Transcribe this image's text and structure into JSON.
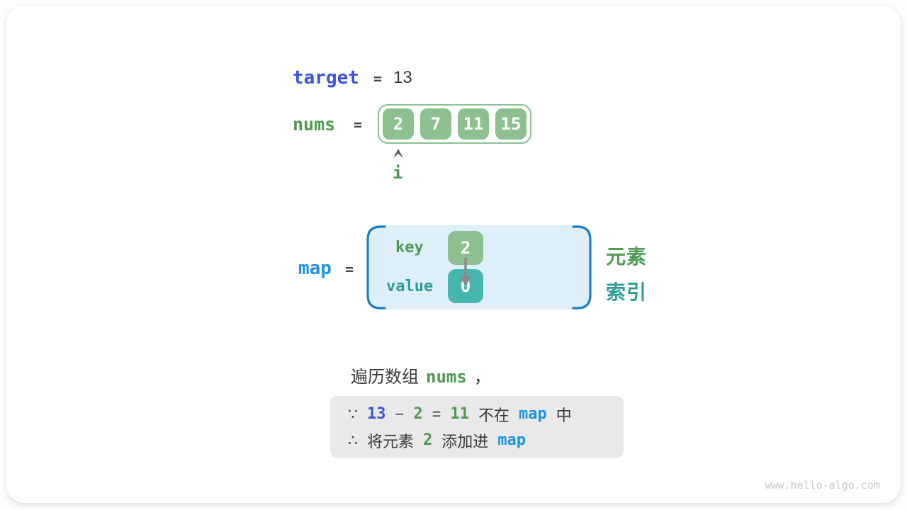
{
  "colors": {
    "page-bg": "#fdfdfd",
    "card-bg": "#ffffff",
    "ink": "#3b3b3b",
    "royal-blue": "#3b55db",
    "azure-blue": "#2093e0",
    "green-text": "#4d9a51",
    "teal-text": "#2f9c96",
    "green-fill": "#8cc08f",
    "teal-fill": "#46b6ae",
    "map-bg": "#dfeffa",
    "map-bracket": "#1b7ec6",
    "gray-box-bg": "#e9e9e9",
    "arrow-gray": "#8a8a8a",
    "watermark-gray": "#c9c9c9"
  },
  "target_row": {
    "var": "target",
    "equals": "=",
    "value": "13"
  },
  "nums_row": {
    "var": "nums",
    "equals": "=",
    "values": [
      "2",
      "7",
      "11",
      "15"
    ],
    "pointer_label": "i"
  },
  "map_section": {
    "var": "map",
    "equals": "=",
    "key_label": "key",
    "key_value": "2",
    "value_label": "value",
    "value_value": "0",
    "element_label": "元素",
    "index_label": "索引"
  },
  "caption": {
    "prefix": "遍历数组",
    "code": "nums",
    "comma": "，"
  },
  "conclusion": {
    "line1": {
      "because": "∵",
      "minuend": "13",
      "minus": "−",
      "subtrahend": "2",
      "equals": "=",
      "difference": "11",
      "not_in": "不在",
      "map_var": "map",
      "suffix": "中"
    },
    "line2": {
      "therefore": "∴",
      "prefix": "将元素",
      "element": "2",
      "middle": "添加进",
      "map_var": "map"
    }
  },
  "watermark": "www.hello-algo.com"
}
